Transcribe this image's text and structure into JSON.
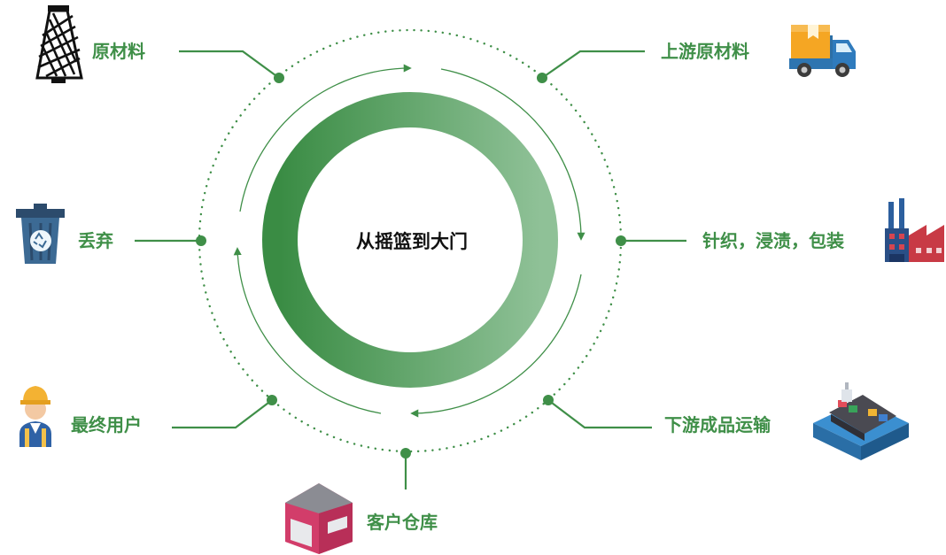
{
  "center": {
    "title": "从摇篮到大门"
  },
  "stages": {
    "raw_material": "原材料",
    "upstream_raw_material": "上游原材料",
    "knit_dye_pack": "针织，浸渍，包装",
    "downstream_transport": "下游成品运输",
    "customer_warehouse": "客户仓库",
    "end_user": "最终用户",
    "discard": "丢弃"
  },
  "icons": {
    "raw_material": "yarn-cone-icon",
    "upstream_raw_material": "delivery-truck-icon",
    "knit_dye_pack": "factory-icon",
    "downstream_transport": "cargo-ship-icon",
    "customer_warehouse": "warehouse-icon",
    "end_user": "worker-icon",
    "discard": "recycle-bin-icon"
  },
  "colors": {
    "primary_green": "#3f8f48",
    "ring_gradient_start": "#3a8c44",
    "ring_gradient_end": "#8fc197"
  }
}
